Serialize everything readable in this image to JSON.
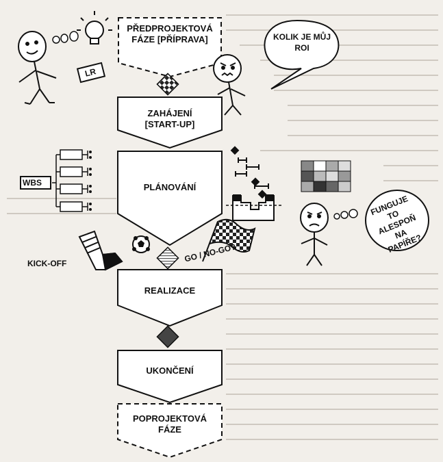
{
  "diagram": {
    "phases": {
      "pre_project": "PŘEDPROJEKTOVÁ FÁZE [PŘÍPRAVA]",
      "startup": "ZAHÁJENÍ [START-UP]",
      "planning": "PLÁNOVÁNÍ",
      "realization": "REALIZACE",
      "closing": "UKONČENÍ",
      "post_project": "POPROJEKTOVÁ FÁZE"
    },
    "bubbles": {
      "roi": "KOLIK JE MŮJ ROI",
      "paper": "FUNGUJE TO ALESPOŇ NA PAPÍŘE?"
    },
    "tags": {
      "lr": "LR",
      "wbs": "WBS",
      "kickoff": "KICK-OFF",
      "gonogo": "GO / NO-GO?"
    }
  },
  "colors": {
    "line": "#111111",
    "background": "#f2efea",
    "diamond": "#444444"
  }
}
